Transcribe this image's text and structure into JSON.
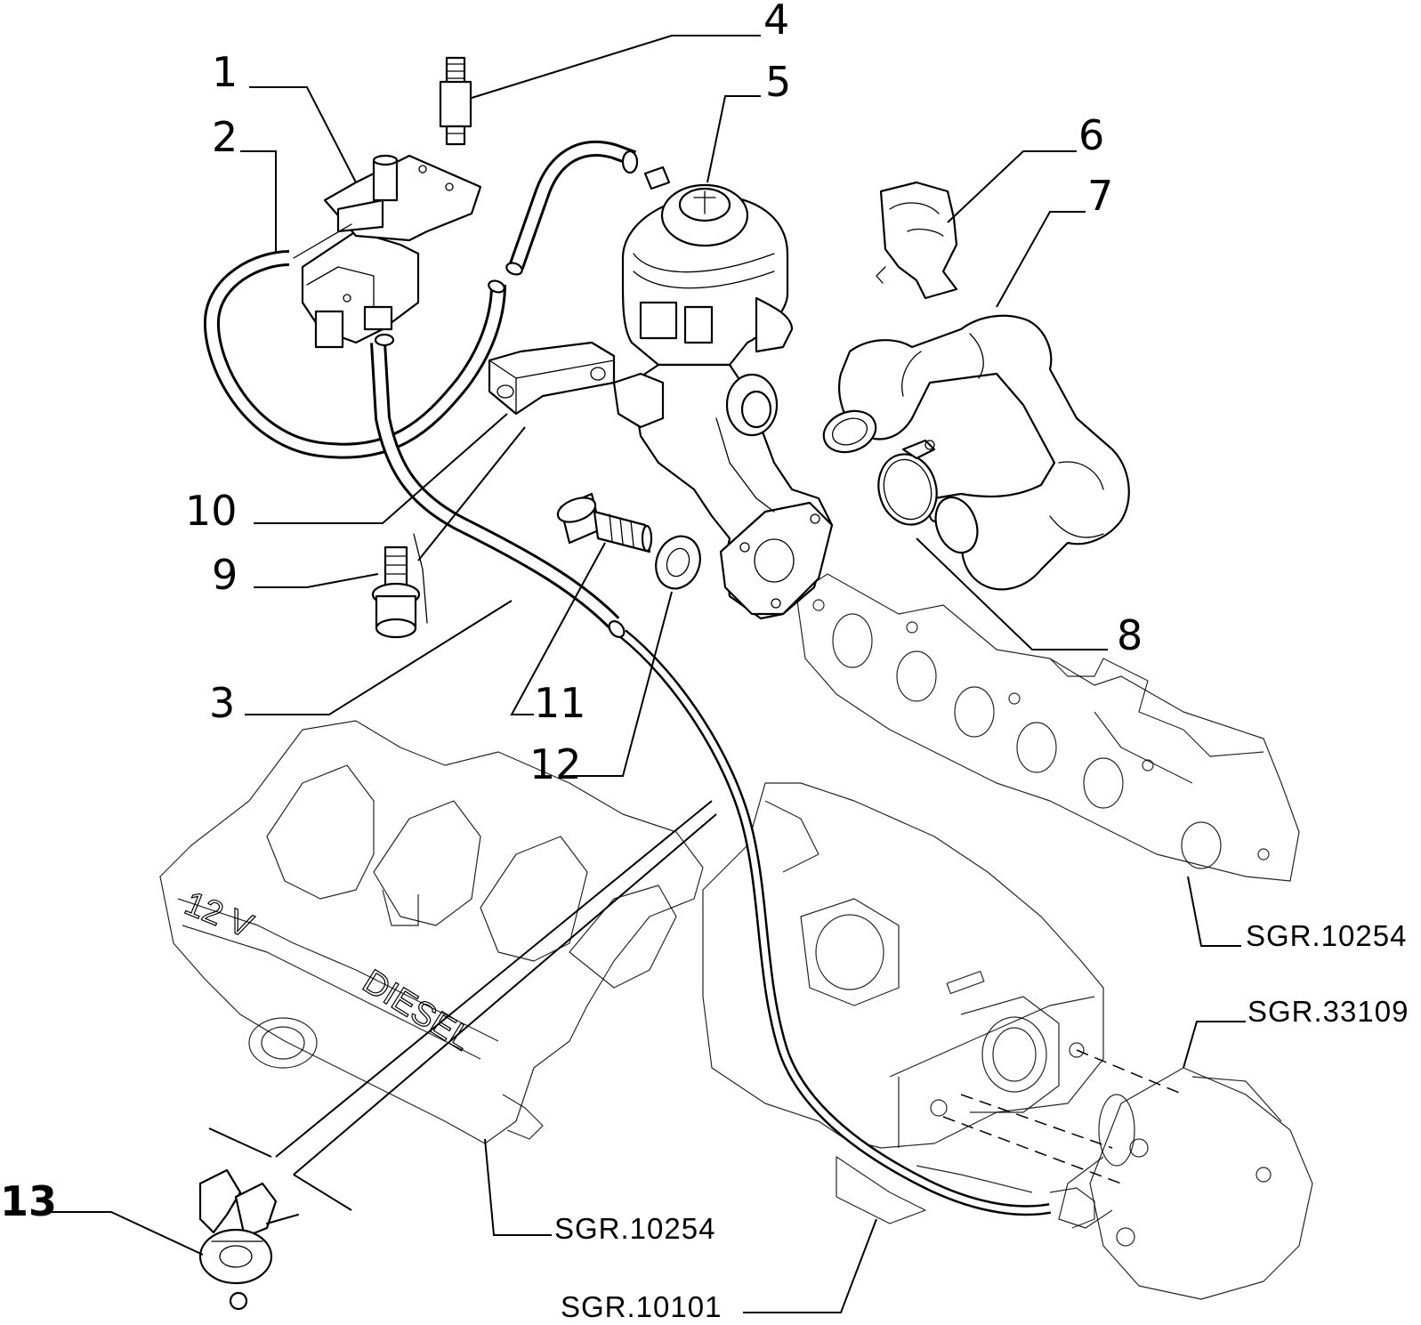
{
  "callouts": [
    {
      "id": "1",
      "label": "1"
    },
    {
      "id": "2",
      "label": "2"
    },
    {
      "id": "3",
      "label": "3"
    },
    {
      "id": "4",
      "label": "4"
    },
    {
      "id": "5",
      "label": "5"
    },
    {
      "id": "6",
      "label": "6"
    },
    {
      "id": "7",
      "label": "7"
    },
    {
      "id": "8",
      "label": "8"
    },
    {
      "id": "9",
      "label": "9"
    },
    {
      "id": "10",
      "label": "10"
    },
    {
      "id": "11",
      "label": "11"
    },
    {
      "id": "12",
      "label": "12"
    },
    {
      "id": "13",
      "label": "13"
    }
  ],
  "references": {
    "exhaust_manifold": "SGR.10254",
    "vacuum_pump": "SGR.33109",
    "intake_manifold": "SGR.10254",
    "engine_block": "SGR.10101"
  },
  "manifold_markings": {
    "valves": "12 V",
    "fuel": "DIESEL"
  }
}
